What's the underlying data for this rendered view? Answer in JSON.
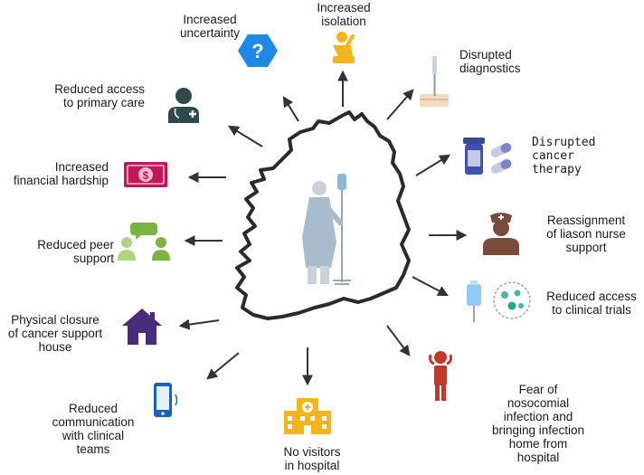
{
  "labels": {
    "uncertainty": "Increased\nuncertainty",
    "isolation": "Increased\nisolation",
    "diagnostics": "Disrupted\ndiagnostics",
    "primary_care": "Reduced access\nto primary care",
    "therapy": "Disrupted\ncancer\ntherapy",
    "financial": "Increased\nfinancial hardship",
    "nurse": "Reassignment\nof liason nurse\nsupport",
    "peer": "Reduced peer\nsupport",
    "trials": "Reduced access\nto clinical trials",
    "support_house": "Physical closure\nof cancer support\nhouse",
    "fear": "Fear of\nnosocomial\ninfection and\nbringing infection\nhome from\nhospital",
    "communication": "Reduced\ncommunication\nwith clinical\nteams",
    "visitors": "No visitors\nin hospital"
  },
  "icons": {
    "uncertainty": "question-hexagon-icon",
    "isolation": "sad-person-icon",
    "diagnostics": "needle-biopsy-icon",
    "primary_care": "doctor-icon",
    "therapy": "pill-bottle-icon",
    "financial": "banknote-icon",
    "nurse": "nurse-icon",
    "peer": "peer-group-icon",
    "trials": "iv-bag-virus-icon",
    "support_house": "house-icon",
    "fear": "distressed-person-icon",
    "communication": "phone-icon",
    "visitors": "hospital-icon",
    "center": "patient-with-iv-drip-icon"
  },
  "colors": {
    "arrow": "#333333",
    "map_outline": "#2a2a2a",
    "hexagon": "#1e88e5",
    "yellow": "#f5b41a",
    "doctor": "#2e4a4a",
    "money": "#c2185b",
    "green": "#7cb342",
    "house": "#4a2a7a",
    "fear": "#c0392b",
    "nurse": "#7a4a3a",
    "phone": "#1565c0"
  }
}
